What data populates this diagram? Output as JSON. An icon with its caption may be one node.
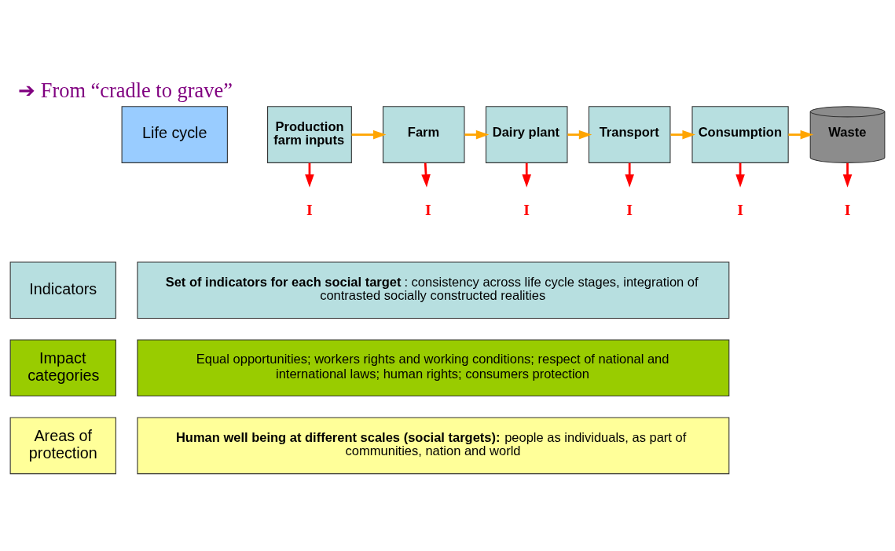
{
  "diagram": {
    "title": "➔ From “cradle to grave”",
    "nodes": [
      {
        "text": [
          "Life cycle"
        ]
      },
      {
        "text": [
          "Production farm inputs"
        ]
      },
      {
        "text": [
          "Farm"
        ]
      },
      {
        "text": [
          "Dairy plant"
        ]
      },
      {
        "text": [
          "Transport"
        ]
      },
      {
        "text": [
          "Consumption"
        ]
      },
      {
        "text": [
          "Waste"
        ]
      },
      {
        "text": [
          "I"
        ]
      },
      {
        "text": [
          "I"
        ]
      },
      {
        "text": [
          "I"
        ]
      },
      {
        "text": [
          "I"
        ]
      },
      {
        "text": [
          "I"
        ]
      },
      {
        "text": [
          "I"
        ]
      },
      {
        "text": [
          "Indicators"
        ]
      },
      {
        "text": [
          "**Set of indicators for each social target**: consistency across life cycle stages, integration of contrasted socially constructed realities"
        ]
      },
      {
        "text": [
          "Impact categories"
        ]
      },
      {
        "text": [
          "Equal opportunities; workers rights and working conditions; respect of national and international laws; human rights; consumers protection"
        ]
      },
      {
        "text": [
          "Areas of protection"
        ]
      },
      {
        "text": [
          "**Human well being at different scales (social targets):** people as individuals, as part of communities, nation and world"
        ]
      }
    ],
    "edges": [
      {
        "from": 1,
        "to": 2,
        "arrow": "to",
        "color": "#ffa500"
      },
      {
        "from": 2,
        "to": 3,
        "arrow": "to",
        "color": "#ffa500"
      },
      {
        "from": 3,
        "to": 4,
        "arrow": "to",
        "color": "#ffa500"
      },
      {
        "from": 4,
        "to": 5,
        "arrow": "to",
        "color": "#ffa500"
      },
      {
        "from": 5,
        "to": 6,
        "arrow": "to",
        "color": "#ffa500"
      },
      {
        "from": 1,
        "to": 7,
        "arrow": "to"
      },
      {
        "from": 2,
        "to": 8,
        "arrow": "to"
      },
      {
        "from": 3,
        "to": 9,
        "arrow": "to"
      },
      {
        "from": 4,
        "to": 10,
        "arrow": "to"
      },
      {
        "from": 5,
        "to": 11,
        "arrow": "to"
      },
      {
        "from": 6,
        "to": 12,
        "arrow": "to"
      }
    ]
  }
}
